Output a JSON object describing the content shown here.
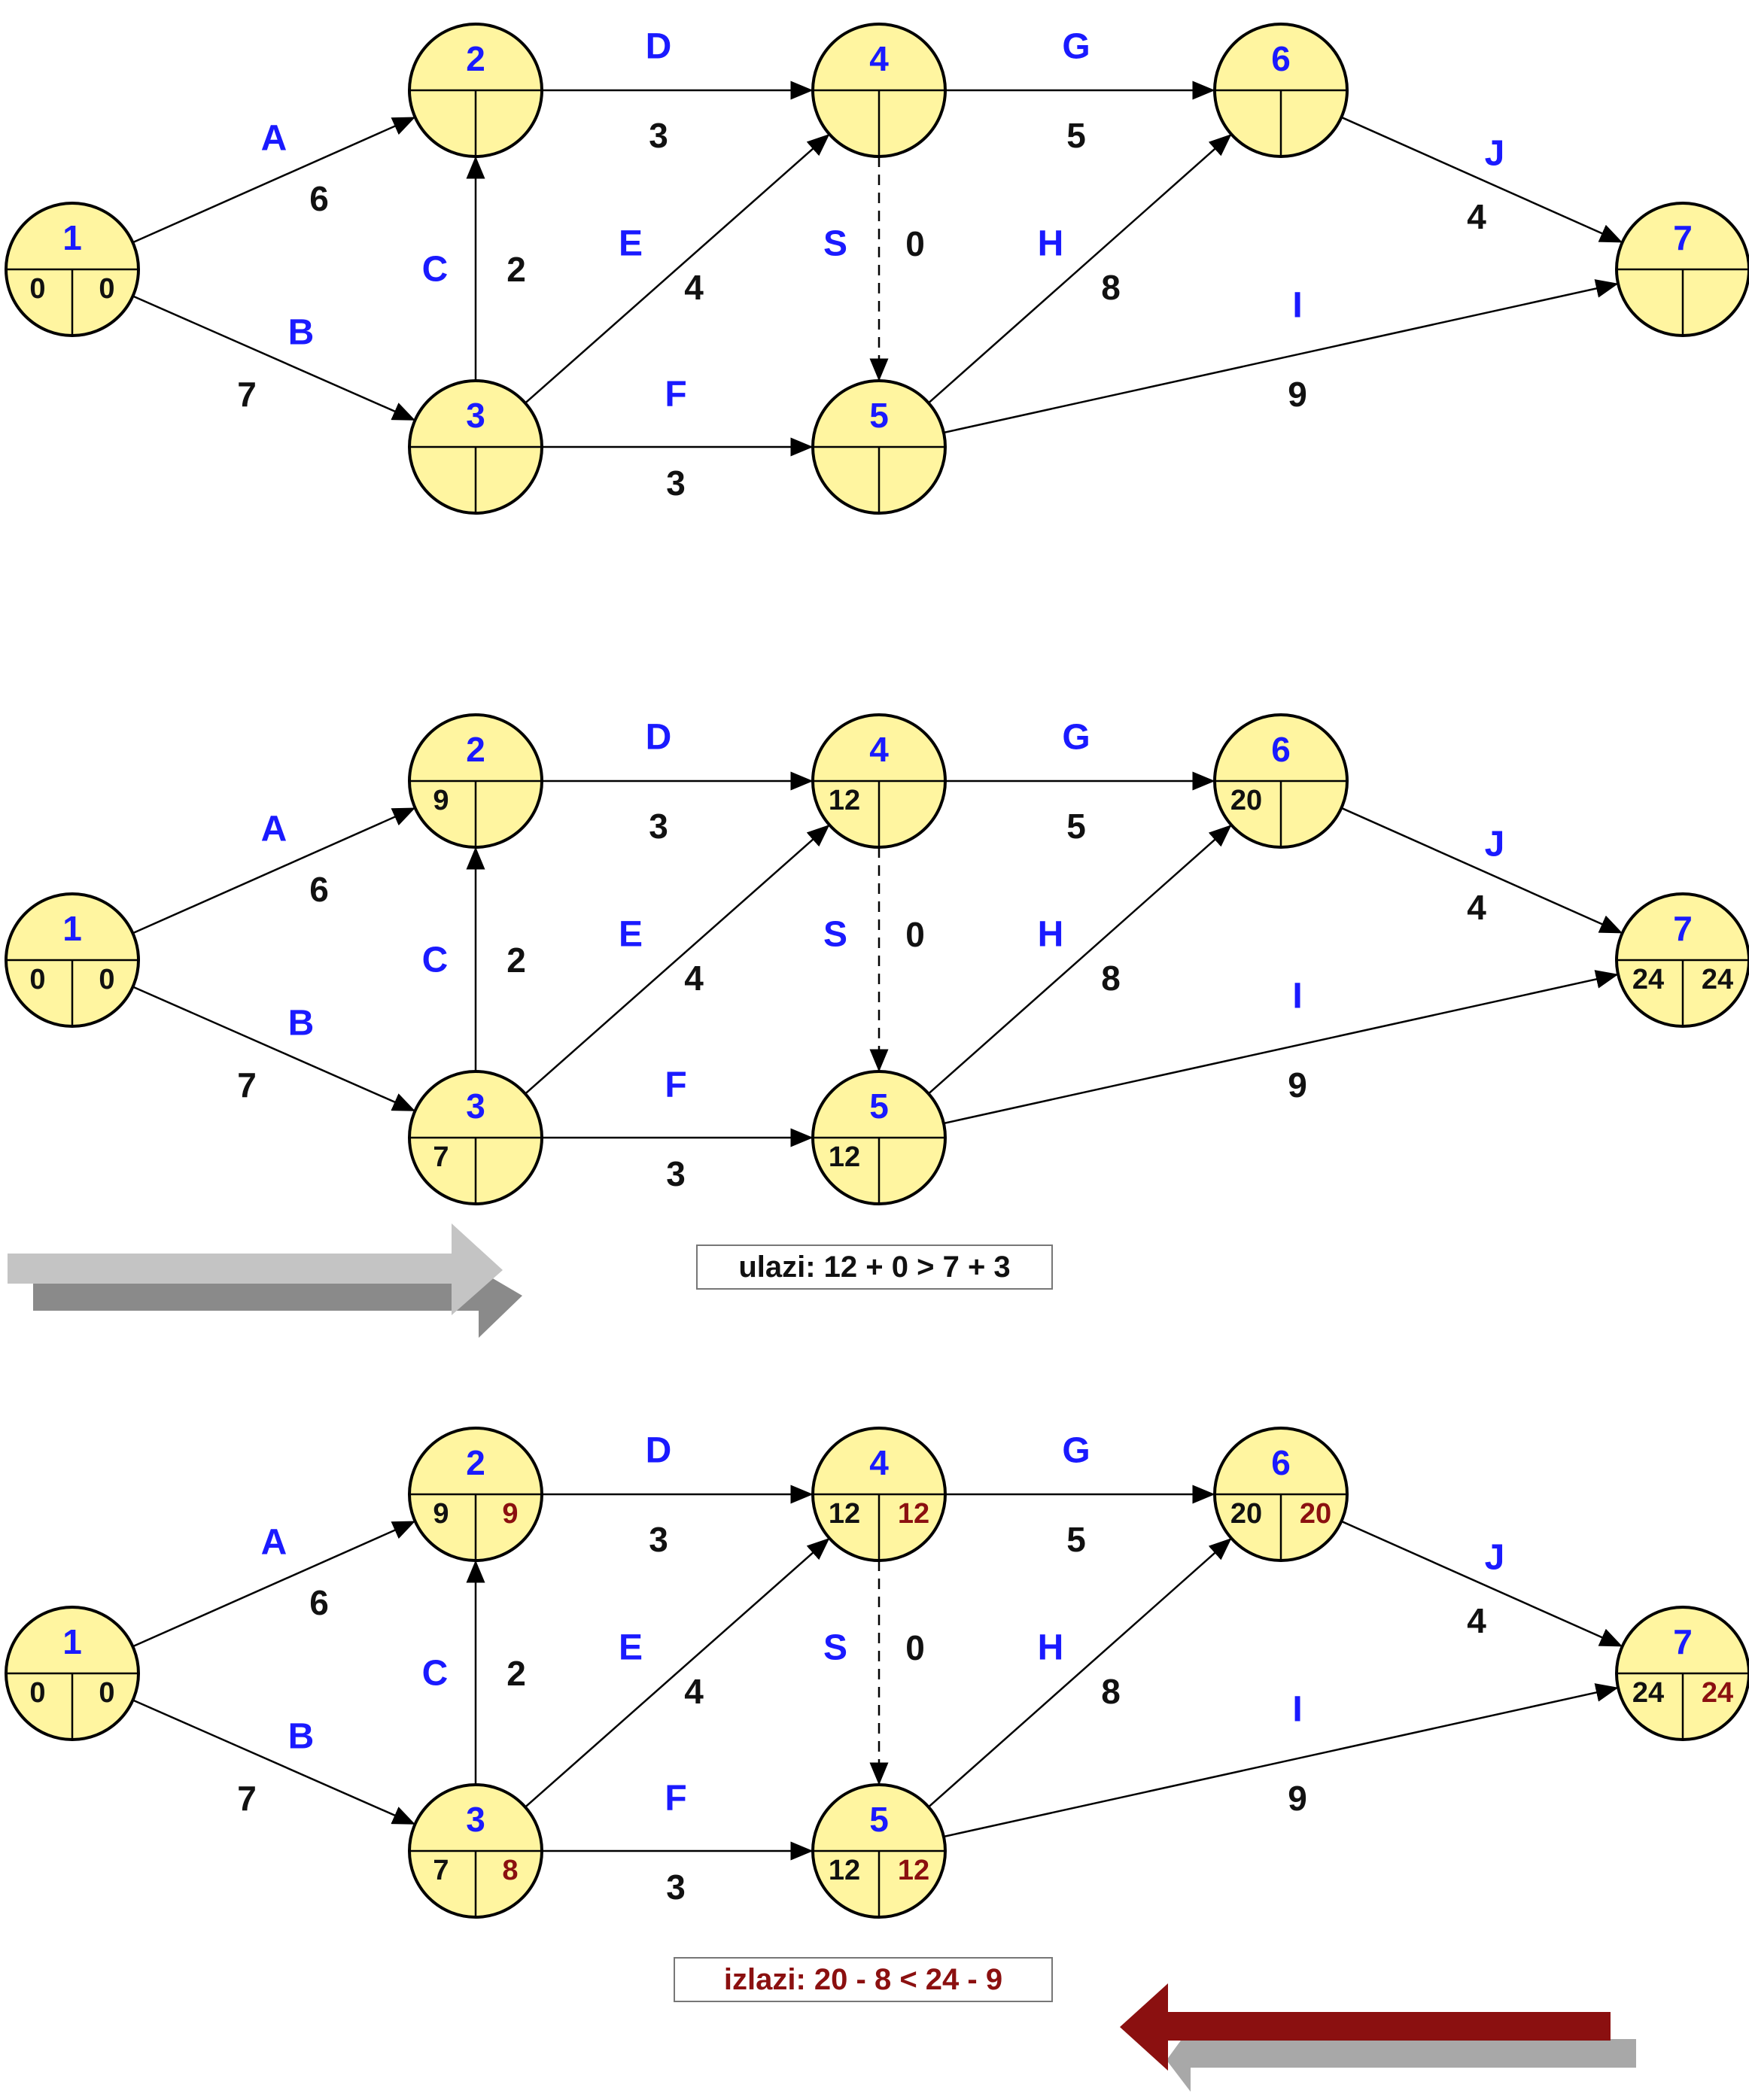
{
  "colors": {
    "node_fill": "#fff5a0",
    "activity_label": "#1a1aff",
    "node_number": "#1a1aff",
    "early_time": "#111111",
    "late_time": "#8b1010",
    "forward_arrow_light": "#c4c4c4",
    "forward_arrow_dark": "#8a8a8a",
    "backward_arrow_dark": "#8b1010",
    "backward_arrow_light": "#a8a8a8"
  },
  "activities": [
    {
      "id": "A",
      "from": 1,
      "to": 2,
      "label": "A",
      "duration": "6"
    },
    {
      "id": "B",
      "from": 1,
      "to": 3,
      "label": "B",
      "duration": "7"
    },
    {
      "id": "C",
      "from": 3,
      "to": 2,
      "label": "C",
      "duration": "2"
    },
    {
      "id": "D",
      "from": 2,
      "to": 4,
      "label": "D",
      "duration": "3"
    },
    {
      "id": "E",
      "from": 3,
      "to": 4,
      "label": "E",
      "duration": "4"
    },
    {
      "id": "F",
      "from": 3,
      "to": 5,
      "label": "F",
      "duration": "3"
    },
    {
      "id": "S",
      "from": 4,
      "to": 5,
      "label": "S",
      "duration": "0",
      "dummy": true
    },
    {
      "id": "G",
      "from": 4,
      "to": 6,
      "label": "G",
      "duration": "5"
    },
    {
      "id": "H",
      "from": 5,
      "to": 6,
      "label": "H",
      "duration": "8"
    },
    {
      "id": "I",
      "from": 5,
      "to": 7,
      "label": "I",
      "duration": "9"
    },
    {
      "id": "J",
      "from": 6,
      "to": 7,
      "label": "J",
      "duration": "4"
    }
  ],
  "panels": [
    {
      "name": "initial",
      "nodes": [
        {
          "n": "1",
          "early": "0",
          "late": "0"
        },
        {
          "n": "2",
          "early": "",
          "late": ""
        },
        {
          "n": "3",
          "early": "",
          "late": ""
        },
        {
          "n": "4",
          "early": "",
          "late": ""
        },
        {
          "n": "5",
          "early": "",
          "late": ""
        },
        {
          "n": "6",
          "early": "",
          "late": ""
        },
        {
          "n": "7",
          "early": "",
          "late": ""
        }
      ]
    },
    {
      "name": "forward-pass",
      "nodes": [
        {
          "n": "1",
          "early": "0",
          "late": "0"
        },
        {
          "n": "2",
          "early": "9",
          "late": ""
        },
        {
          "n": "3",
          "early": "7",
          "late": ""
        },
        {
          "n": "4",
          "early": "12",
          "late": ""
        },
        {
          "n": "5",
          "early": "12",
          "late": ""
        },
        {
          "n": "6",
          "early": "20",
          "late": ""
        },
        {
          "n": "7",
          "early": "24",
          "late": "24"
        }
      ],
      "note": "ulazi: 12 + 0 > 7 + 3"
    },
    {
      "name": "backward-pass",
      "nodes": [
        {
          "n": "1",
          "early": "0",
          "late": "0"
        },
        {
          "n": "2",
          "early": "9",
          "late": "9"
        },
        {
          "n": "3",
          "early": "7",
          "late": "8"
        },
        {
          "n": "4",
          "early": "12",
          "late": "12"
        },
        {
          "n": "5",
          "early": "12",
          "late": "12"
        },
        {
          "n": "6",
          "early": "20",
          "late": "20"
        },
        {
          "n": "7",
          "early": "24",
          "late": "24"
        }
      ],
      "note": "izlazi: 20 - 8 < 24 - 9"
    }
  ]
}
